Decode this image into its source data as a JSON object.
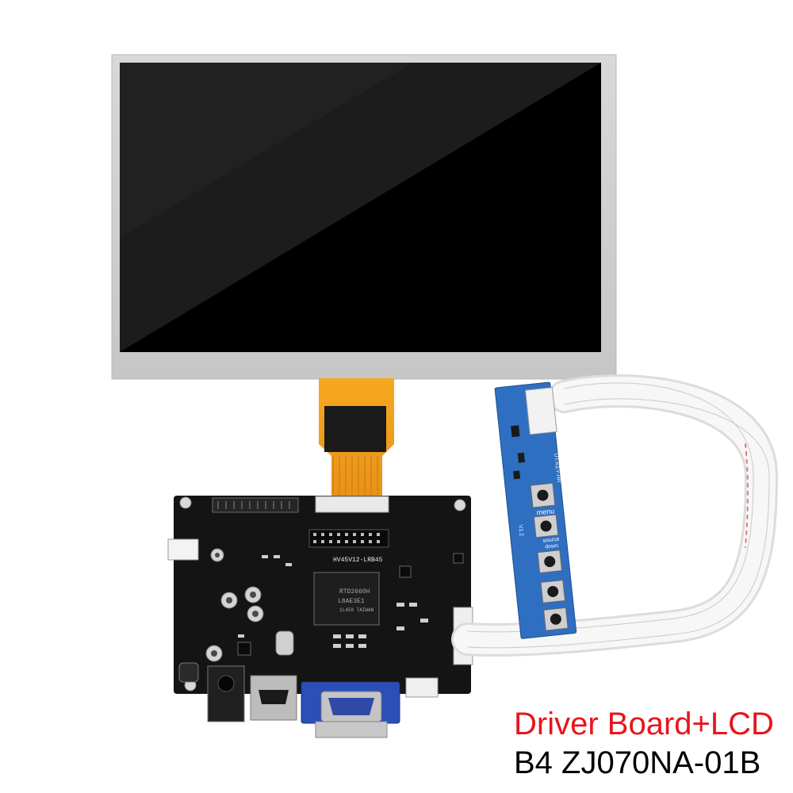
{
  "caption": {
    "title": "Driver Board+LCD",
    "model": "B4  ZJ070NA-01B",
    "title_color": "#e8141c",
    "model_color": "#000000"
  },
  "board": {
    "model_label": "HV45V12-LRB45",
    "chip_brand": "RTD2660H",
    "chip_code": "L8AE3E1",
    "chip_origin": "1L458 TAIWAN"
  },
  "keypad": {
    "menu_label": "menu",
    "source_label": "source",
    "down_label": "down",
    "version_label": "V1.2",
    "edge_label": "UT-KEY-HR"
  },
  "colors": {
    "lcd_frame": "#cfcfcf",
    "screen": "#000000",
    "flex_cable": "#f2a21c",
    "pcb": "#141414",
    "keypad_pcb": "#2e6fc2",
    "vga_port": "#2a4fb8",
    "ribbon": "#f4f4f4"
  },
  "icons": [
    "tact-button-icon",
    "vga-port-icon",
    "hdmi-port-icon",
    "dc-jack-icon",
    "ribbon-cable-icon"
  ]
}
